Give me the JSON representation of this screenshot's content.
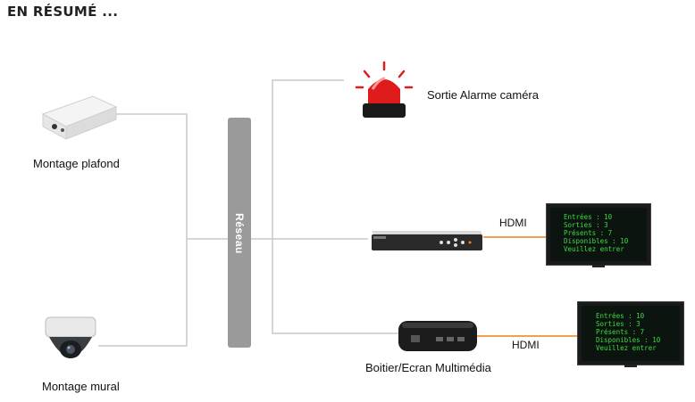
{
  "title": "EN RÉSUMÉ ...",
  "network_label": "Réseau",
  "devices": {
    "ceiling_camera": {
      "label": "Montage plafond",
      "icon": "ceiling-camera-icon"
    },
    "wall_camera": {
      "label": "Montage mural",
      "icon": "dome-camera-icon"
    },
    "alarm": {
      "label": "Sortie Alarme caméra",
      "icon": "alarm-siren-icon"
    },
    "recorder": {
      "icon": "network-video-recorder-icon"
    },
    "media_box": {
      "label": "Boitier/Ecran Multimédia",
      "icon": "media-player-box-icon"
    }
  },
  "hdmi_labels": [
    "HDMI",
    "HDMI"
  ],
  "screens": [
    {
      "lines": [
        "Entrées : 10",
        "Sorties : 3",
        "Présents : 7",
        "Disponibles : 10",
        "Veuillez entrer"
      ]
    },
    {
      "lines": [
        "Entrées : 10",
        "Sorties : 3",
        "Présents : 7",
        "Disponibles : 10",
        "Veuillez entrer"
      ]
    }
  ],
  "colors": {
    "network_bar": "#9a9a9a",
    "hdmi_line": "#f07f1c",
    "screen_text": "#3fdc3f",
    "siren": "#e01b1b"
  }
}
